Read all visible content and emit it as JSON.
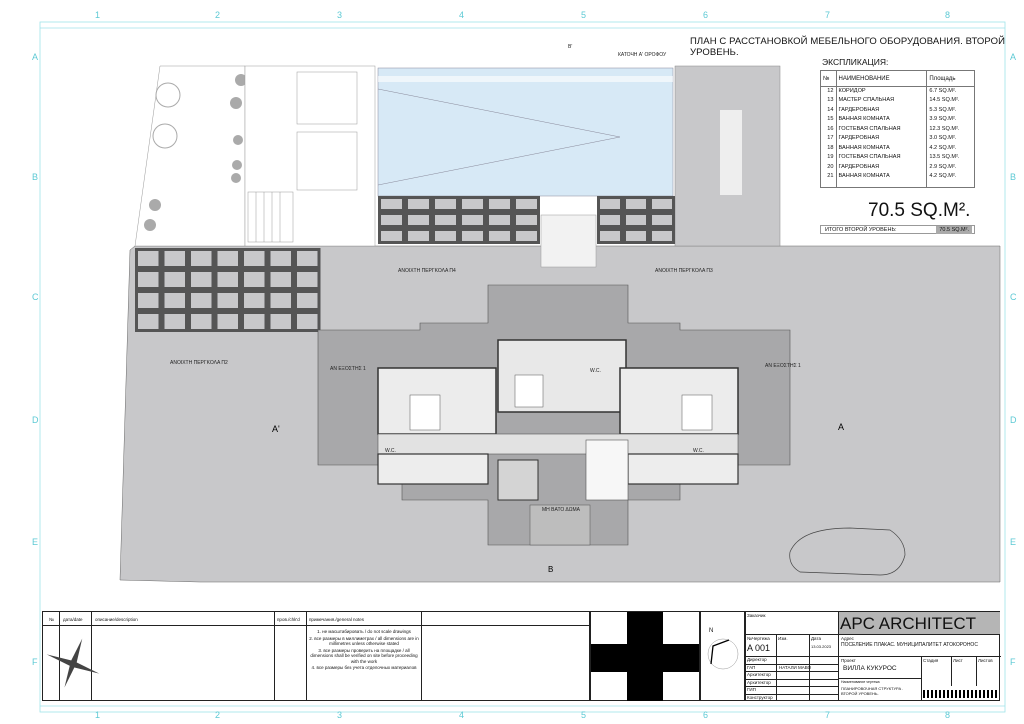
{
  "header": {
    "title": "ПЛАН С РАССТАНОВКОЙ МЕБЕЛЬНОГО ОБОРУДОВАНИЯ. ВТОРОЙ УРОВЕНЬ.",
    "plan_label": "КАТОЧН А' ОРОФОУ",
    "section_marker": "B'"
  },
  "grid": {
    "columns": [
      "1",
      "2",
      "3",
      "4",
      "5",
      "6",
      "7",
      "8"
    ],
    "rows": [
      "A",
      "B",
      "C",
      "D",
      "E",
      "F"
    ]
  },
  "explication": {
    "heading": "ЭКСПЛИКАЦИЯ:",
    "col_no": "№",
    "col_name": "НАИМЕНОВАНИЕ",
    "col_area": "Площадь",
    "rows": [
      {
        "no": "12",
        "name": "КОРИДОР",
        "area": "6.7 SQ.M²."
      },
      {
        "no": "13",
        "name": "МАСТЕР СПАЛЬНАЯ",
        "area": "14.5 SQ.M²."
      },
      {
        "no": "14",
        "name": "ГАРДЕРОБНАЯ",
        "area": "5.3 SQ.M²."
      },
      {
        "no": "15",
        "name": "ВАННАЯ КОМНАТА",
        "area": "3.9 SQ.M²."
      },
      {
        "no": "16",
        "name": "ГОСТЕВАЯ СПАЛЬНАЯ",
        "area": "12.3 SQ.M²."
      },
      {
        "no": "17",
        "name": "ГАРДЕРОБНАЯ",
        "area": "3.0 SQ.M²."
      },
      {
        "no": "18",
        "name": "ВАННАЯ КОМНАТА",
        "area": "4.2 SQ.M²."
      },
      {
        "no": "19",
        "name": "ГОСТЕВАЯ СПАЛЬНАЯ",
        "area": "13.5 SQ.M²."
      },
      {
        "no": "20",
        "name": "ГАРДЕРОБНАЯ",
        "area": "2.9 SQ.M²."
      },
      {
        "no": "21",
        "name": "ВАННАЯ КОМНАТА",
        "area": "4.2 SQ.M²."
      }
    ],
    "total_big": "70.5 SQ.M².",
    "total_label": "ИТОГО ВТОРОЙ УРОВЕНЬ:",
    "total_value": "70.5 SQ.M²."
  },
  "plan": {
    "pergola_p4": "ΑΝΟΙΧΤΗ ΠΕΡΓΚΟΛΑ Π4",
    "pergola_p3": "ΑΝΟΙΧΤΗ ΠΕΡΓΚΟΛΑ Π3",
    "pergola_p2": "ΑΝΟΙΧΤΗ ΠΕΡΓΚΟΛΑ Π2",
    "terrace_left": "ΑΝ ΕΞΟΣΤΗΣ 1",
    "terrace_right": "ΑΝ ΕΞΟΣΤΗΣ 1",
    "roof": "ΜΗ ΒΑΤΟ ΔΩΜΑ",
    "wc_left": "W.C.",
    "wc_right": "W.C.",
    "wc_center": "W.C.",
    "section_a": "A",
    "section_a2": "A'",
    "section_b": "B"
  },
  "revisions": {
    "col_no": "№",
    "col_date": "дата/date",
    "col_desc": "описание/description",
    "col_check": "пров./chk'd",
    "col_notes": "примечания./general notes",
    "notes": [
      "1. не масштабировать / do not scale drawings",
      "2. все размеры в миллиметрах / all dimensions are in millimetres unless otherwise stated",
      "3. все размеры проверить на площадке / all dimensions shall be verified on site before proceeding with the work",
      "4. все размеры без учета отделочных материалов"
    ]
  },
  "compass": {
    "north": "N"
  },
  "titleblock": {
    "client_label": "Заказчик",
    "firm": "APC ARCHITECT",
    "sheet_no_label": "№Чертежа",
    "sheet_no": "A 001",
    "rev_label": "Изм.",
    "date_label": "Дата",
    "date": "13.03.2023",
    "address_label": "Адрес",
    "address": "ПОСЕЛЕНИЕ ПЛАКАС. МУНИЦИПАЛИТЕТ АТОКОРОНОС",
    "project_label": "Проект",
    "project": "ВИЛЛА КУКУРОС",
    "stage_label": "Стадия",
    "sheet_label": "Лист",
    "sheets_label": "Листов",
    "drawing_name_label": "Наименование чертежа",
    "drawing_name": "ПЛАНИРОВОЧНАЯ СТРУКТУРА . ВТОРОЙ УРОВЕНЬ.",
    "roles": [
      {
        "role": "Директор",
        "name": ""
      },
      {
        "role": "ГАП",
        "name": "НАТАЛИ МАВО"
      },
      {
        "role": "Архитектор",
        "name": ""
      },
      {
        "role": "Архитектор",
        "name": ""
      },
      {
        "role": "ГИП",
        "name": ""
      },
      {
        "role": "Конструктор",
        "name": ""
      }
    ]
  }
}
